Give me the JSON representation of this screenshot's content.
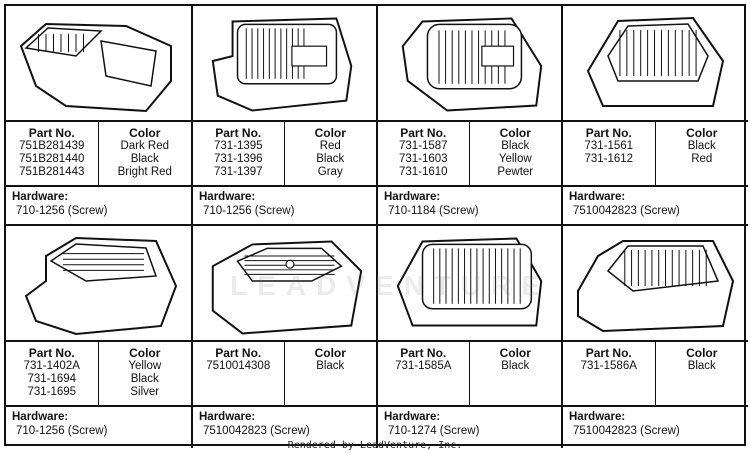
{
  "cells": [
    {
      "part_no_label": "Part No.",
      "parts": [
        "751B281439",
        "751B281440",
        "751B281443"
      ],
      "color_label": "Color",
      "colors": [
        "Dark Red",
        "Black",
        "Bright Red"
      ],
      "hardware_label": "Hardware:",
      "hardware": "710-1256 (Screw)"
    },
    {
      "part_no_label": "Part No.",
      "parts": [
        "731-1395",
        "731-1396",
        "731-1397"
      ],
      "color_label": "Color",
      "colors": [
        "Red",
        "Black",
        "Gray"
      ],
      "hardware_label": "Hardware:",
      "hardware": "710-1256 (Screw)"
    },
    {
      "part_no_label": "Part No.",
      "parts": [
        "731-1587",
        "731-1603",
        "731-1610"
      ],
      "color_label": "Color",
      "colors": [
        "Black",
        "Yellow",
        "Pewter"
      ],
      "hardware_label": "Hardware:",
      "hardware": "710-1184 (Screw)"
    },
    {
      "part_no_label": "Part No.",
      "parts": [
        "731-1561",
        "731-1612"
      ],
      "color_label": "Color",
      "colors": [
        "Black",
        "Red"
      ],
      "hardware_label": "Hardware:",
      "hardware": "7510042823 (Screw)"
    },
    {
      "part_no_label": "Part No.",
      "parts": [
        "731-1402A",
        "731-1694",
        "731-1695"
      ],
      "color_label": "Color",
      "colors": [
        "Yellow",
        "Black",
        "Silver"
      ],
      "hardware_label": "Hardware:",
      "hardware": "710-1256 (Screw)"
    },
    {
      "part_no_label": "Part No.",
      "parts": [
        "7510014308"
      ],
      "color_label": "Color",
      "colors": [
        "Black"
      ],
      "hardware_label": "Hardware:",
      "hardware": "7510042823 (Screw)"
    },
    {
      "part_no_label": "Part No.",
      "parts": [
        "731-1585A"
      ],
      "color_label": "Color",
      "colors": [
        "Black"
      ],
      "hardware_label": "Hardware:",
      "hardware": "710-1274 (Screw)"
    },
    {
      "part_no_label": "Part No.",
      "parts": [
        "731-1586A"
      ],
      "color_label": "Color",
      "colors": [
        "Black"
      ],
      "hardware_label": "Hardware:",
      "hardware": "7510042823 (Screw)"
    }
  ],
  "watermark": "LEADVENTURE",
  "credit": "Rendered by LeadVenture, Inc."
}
